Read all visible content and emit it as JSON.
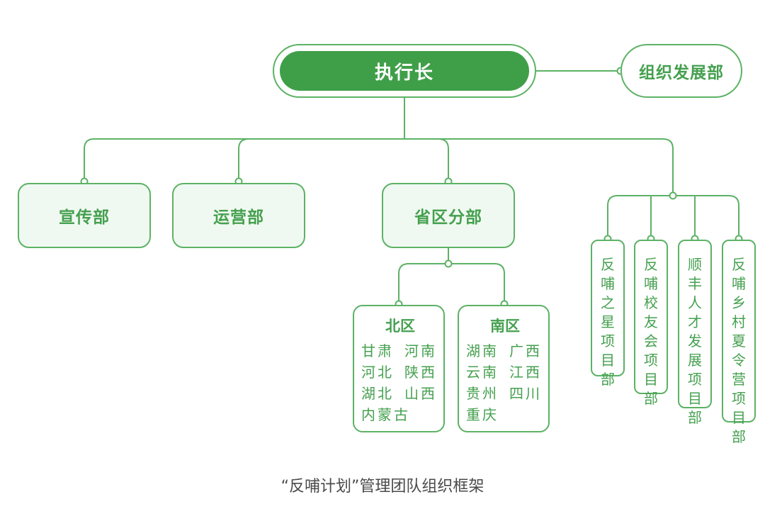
{
  "ceo": {
    "label": "执行长"
  },
  "side_department": {
    "label": "组织发展部"
  },
  "departments": [
    {
      "label": "宣传部"
    },
    {
      "label": "运营部"
    },
    {
      "label": "省区分部"
    }
  ],
  "regions": [
    {
      "title": "北区",
      "provinces": [
        "甘肃",
        "河南",
        "河北",
        "陕西",
        "湖北",
        "山西",
        "内蒙古"
      ]
    },
    {
      "title": "南区",
      "provinces": [
        "湖南",
        "广西",
        "云南",
        "江西",
        "贵州",
        "四川",
        "重庆"
      ]
    }
  ],
  "projects": [
    {
      "label": "反哺之星项目部"
    },
    {
      "label": "反哺校友会项目部"
    },
    {
      "label": "顺丰人才发展项目部"
    },
    {
      "label": "反哺乡村夏令营项目部"
    }
  ],
  "caption": "“反哺计划”管理团队组织框架",
  "colors": {
    "primary_green": "#3f9f49",
    "line_green": "#5cb265",
    "light_fill": "#f0f9f1",
    "text_green": "#45a04f"
  }
}
